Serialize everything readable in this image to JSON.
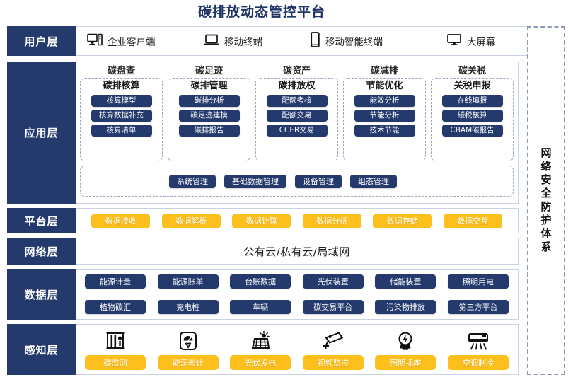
{
  "page": {
    "title": "碳排放动态管控平台",
    "accent_navy": "#24396c",
    "accent_yellow": "#fcbf1c"
  },
  "security_band": {
    "label": "网络安全防护体系"
  },
  "layers": {
    "user": {
      "label": "用户层",
      "items": [
        {
          "icon": "desktop-tower-icon",
          "label": "企业客户端"
        },
        {
          "icon": "laptop-icon",
          "label": "移动终端"
        },
        {
          "icon": "smartphone-icon",
          "label": "移动智能终端"
        },
        {
          "icon": "monitor-icon",
          "label": "大屏幕"
        }
      ]
    },
    "application": {
      "label": "应用层",
      "columns": [
        {
          "title": "碳盘查",
          "box_title": "碳排核算",
          "items": [
            "核算模型",
            "核算数据补充",
            "核算清单"
          ]
        },
        {
          "title": "碳足迹",
          "box_title": "碳排管理",
          "items": [
            "碳排分析",
            "碳足迹建模",
            "碳排报告"
          ]
        },
        {
          "title": "碳资产",
          "box_title": "碳排放权",
          "items": [
            "配额考核",
            "配额交易",
            "CCER交易"
          ]
        },
        {
          "title": "碳减排",
          "box_title": "节能优化",
          "items": [
            "能效分析",
            "节能分析",
            "技术节能"
          ]
        },
        {
          "title": "碳关税",
          "box_title": "关税申报",
          "items": [
            "在线填报",
            "碳税核算",
            "CBAM碳报告"
          ]
        }
      ],
      "management": [
        "系统管理",
        "基础数据管理",
        "设备管理",
        "组态管理"
      ]
    },
    "platform": {
      "label": "平台层",
      "items": [
        "数据接收",
        "数据解析",
        "数据计算",
        "数据分析",
        "数据存储",
        "数据交互"
      ]
    },
    "network": {
      "label": "网络层",
      "text": "公有云/私有云/局域网"
    },
    "data": {
      "label": "数据层",
      "row1": [
        "能源计量",
        "能源账单",
        "台账数据",
        "光伏装置",
        "储能装置",
        "照明用电"
      ],
      "row2": [
        "植物碳汇",
        "充电桩",
        "车辆",
        "碳交易平台",
        "污染物排放",
        "第三方平台"
      ]
    },
    "sensing": {
      "label": "感知层",
      "items": [
        {
          "icon": "carbon-monitor-icon",
          "label": "碳监测"
        },
        {
          "icon": "energy-meter-icon",
          "label": "能源表计"
        },
        {
          "icon": "solar-panel-icon",
          "label": "光伏发电"
        },
        {
          "icon": "cctv-camera-icon",
          "label": "视频监控"
        },
        {
          "icon": "light-bulb-icon",
          "label": "照明插座"
        },
        {
          "icon": "air-conditioner-icon",
          "label": "空调制冷"
        }
      ]
    }
  }
}
